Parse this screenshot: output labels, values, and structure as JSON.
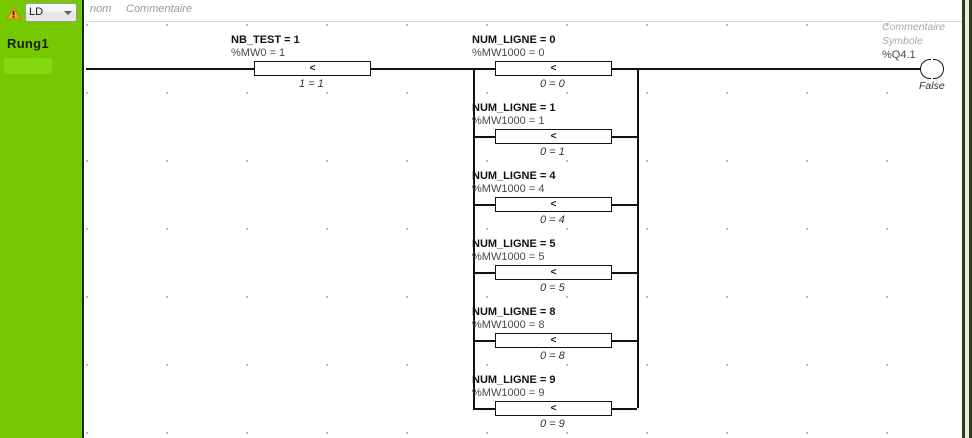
{
  "sidebar": {
    "warning_icon": "warning-triangle-icon",
    "language_mode": "LD",
    "rung_label": "Rung1"
  },
  "grid_header": {
    "name_column": "nom",
    "comment_column": "Commentaire"
  },
  "rung": {
    "series_contact": {
      "symbol": "NB_TEST = 1",
      "address": "%MW0 = 1",
      "operator": "<",
      "evaluation": "1 = 1"
    },
    "parallel_branches": [
      {
        "symbol": "NUM_LIGNE = 0",
        "address": "%MW1000 = 0",
        "operator": "<",
        "evaluation": "0 = 0"
      },
      {
        "symbol": "NUM_LIGNE = 1",
        "address": "%MW1000 = 1",
        "operator": "<",
        "evaluation": "0 = 1"
      },
      {
        "symbol": "NUM_LIGNE = 4",
        "address": "%MW1000 = 4",
        "operator": "<",
        "evaluation": "0 = 4"
      },
      {
        "symbol": "NUM_LIGNE = 5",
        "address": "%MW1000 = 5",
        "operator": "<",
        "evaluation": "0 = 5"
      },
      {
        "symbol": "NUM_LIGNE = 8",
        "address": "%MW1000 = 8",
        "operator": "<",
        "evaluation": "0 = 8"
      },
      {
        "symbol": "NUM_LIGNE = 9",
        "address": "%MW1000 = 9",
        "operator": "<",
        "evaluation": "0 = 9"
      }
    ],
    "output_coil": {
      "comment": "Commentaire",
      "symbol": "Symbole",
      "address": "%Q4.1",
      "state": "False"
    }
  },
  "colors": {
    "rung_panel_green": "#76c900",
    "rung_panel_border": "#1d2a14",
    "wire": "#111111",
    "grid_dot": "#b9b9b9",
    "muted_text": "#a8a8a8"
  }
}
